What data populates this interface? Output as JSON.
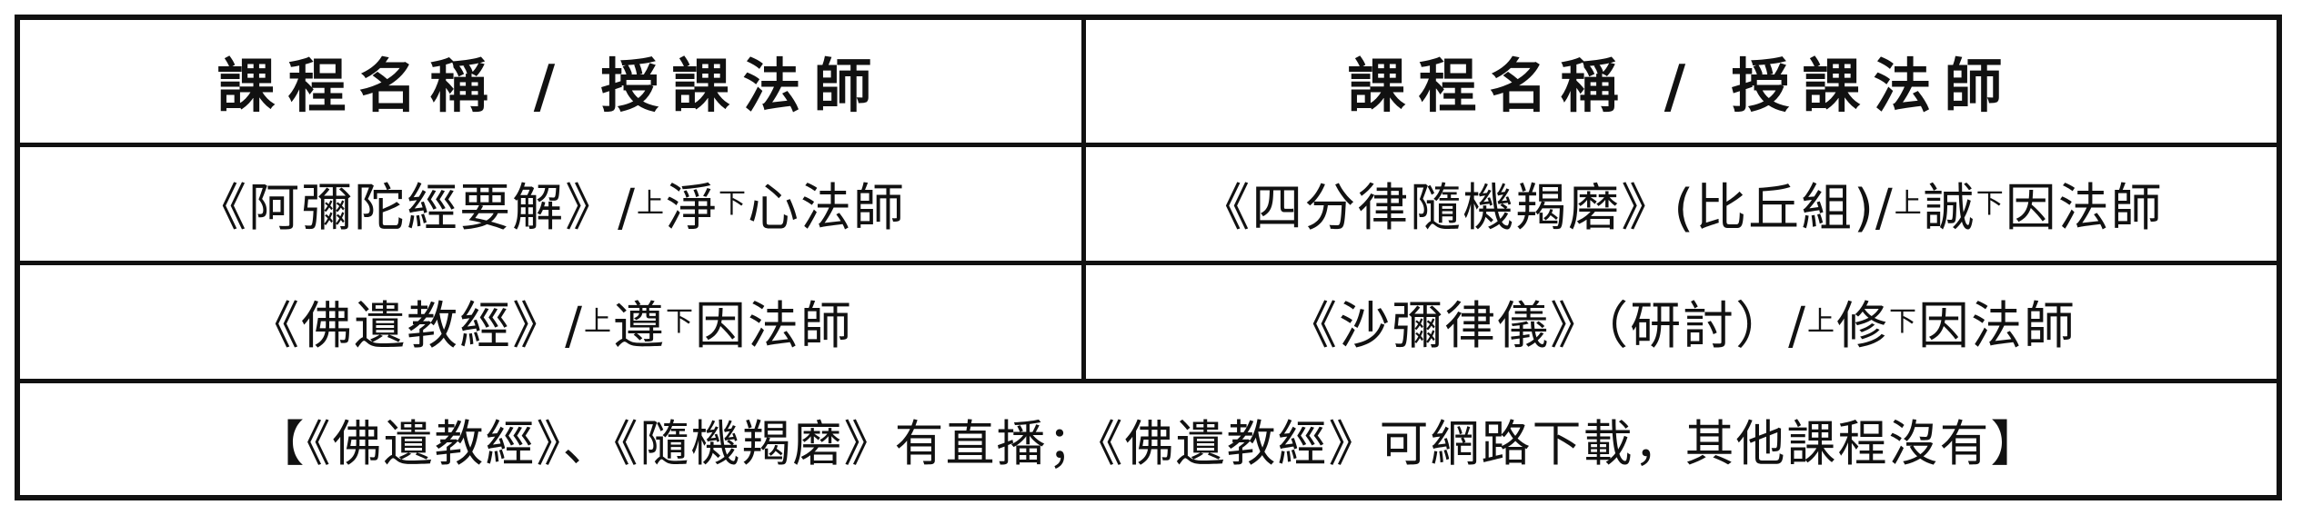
{
  "header": {
    "left": "課程名稱 / 授課法師",
    "right": "課程名稱 / 授課法師"
  },
  "rows": [
    {
      "left": {
        "course": "《阿彌陀經要解》/ ",
        "sup1": "上",
        "mid": "淨",
        "sup2": "下",
        "tail": "心法師"
      },
      "right": {
        "course": "《四分律隨機羯磨》(比丘組)/ ",
        "sup1": "上",
        "mid": "誠",
        "sup2": "下",
        "tail": "因法師"
      }
    },
    {
      "left": {
        "course": "《佛遺教經》/ ",
        "sup1": "上",
        "mid": "遵",
        "sup2": "下",
        "tail": "因法師"
      },
      "right": {
        "course": "《沙彌律儀》（研討）/ ",
        "sup1": "上",
        "mid": "修",
        "sup2": "下",
        "tail": "因法師"
      }
    }
  ],
  "note": "【《佛遺教經》、《隨機羯磨》有直播；《佛遺教經》可網路下載，其他課程沒有】"
}
